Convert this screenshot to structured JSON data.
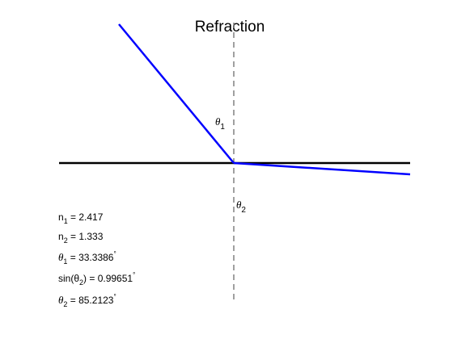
{
  "title": "Refraction",
  "colors": {
    "ray": "#0000ff",
    "interface": "#000000",
    "normal": "#808080",
    "text": "#000000",
    "background": "#ffffff"
  },
  "angle_labels": {
    "theta1": {
      "symbol": "θ",
      "subscript": "1"
    },
    "theta2": {
      "symbol": "θ",
      "subscript": "2"
    }
  },
  "readouts": [
    {
      "prefix": "n",
      "subscript": "1",
      "suffix": " = 2.417",
      "degree": false
    },
    {
      "prefix": "n",
      "subscript": "2",
      "suffix": " = 1.333",
      "degree": false
    },
    {
      "prefix": "θ",
      "subscript": "1",
      "suffix": " = 33.3386",
      "degree": true
    },
    {
      "prefix": "sin(θ",
      "subscript": "2",
      "suffix": ") = 0.99651",
      "degree": true
    },
    {
      "prefix": "θ",
      "subscript": "2",
      "suffix": " = 85.2123",
      "degree": true
    }
  ],
  "degree_symbol": "°"
}
